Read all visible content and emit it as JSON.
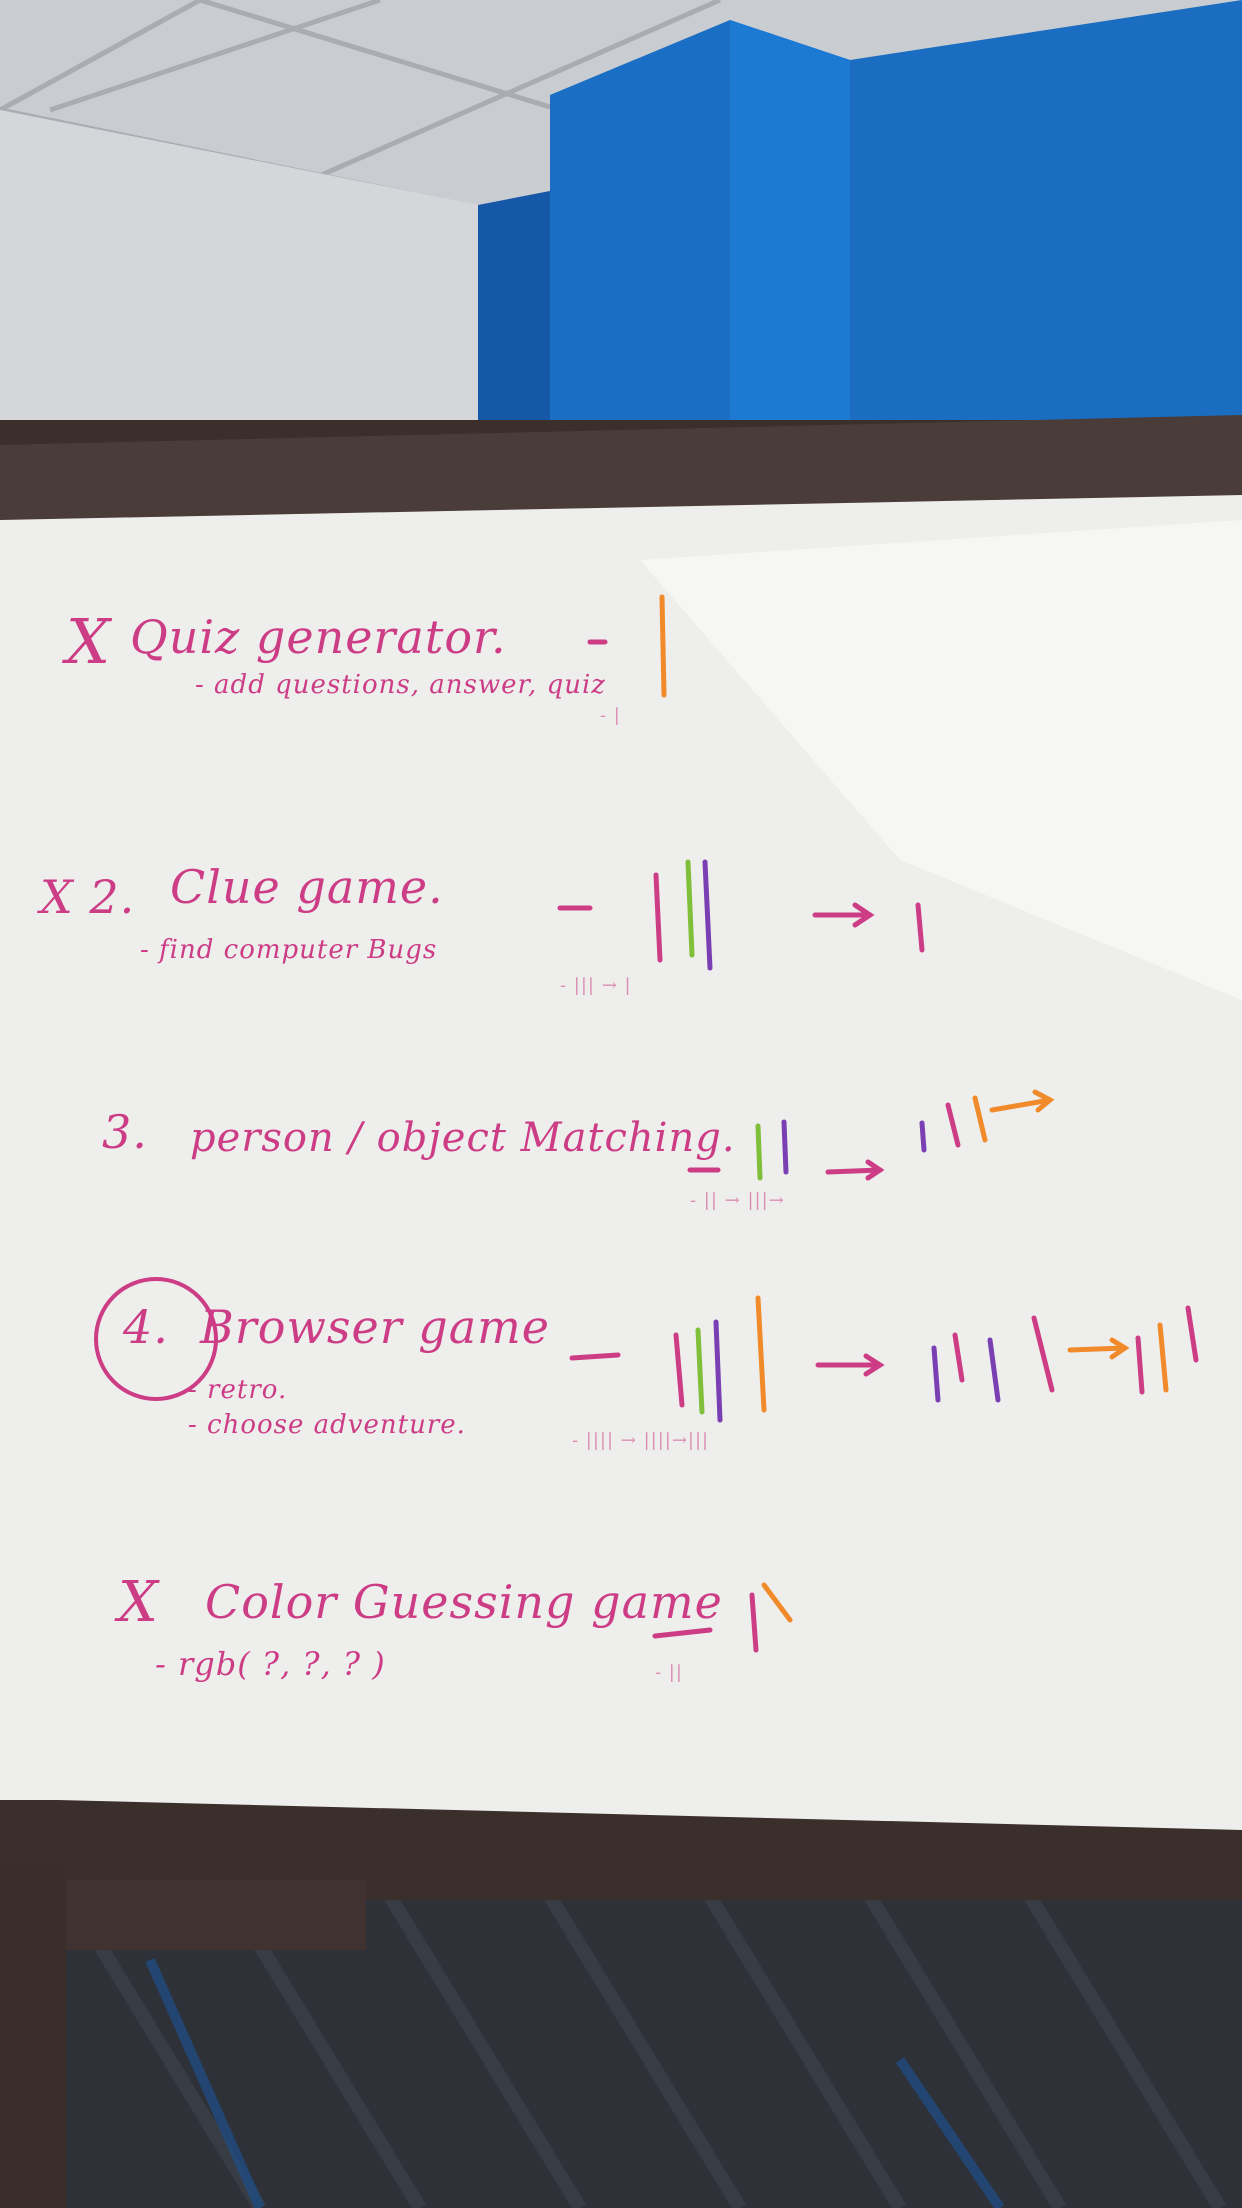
{
  "colors": {
    "ink_pink": "#cc3d86",
    "ink_orange": "#f08a2a",
    "ink_green": "#7fbf3a",
    "ink_purple": "#7a3fb3",
    "wall_blue": "#1a6fc4",
    "frame": "#3b2f2c",
    "board": "#eeeeec"
  },
  "board": {
    "items": [
      {
        "marker": "X",
        "title": "Quiz generator.",
        "sub": [
          "- add questions, answer, quiz"
        ],
        "tally": "- |"
      },
      {
        "marker": "X 2.",
        "title": "Clue game.",
        "sub": [
          "- find computer Bugs"
        ],
        "tally": "- ||| → |"
      },
      {
        "marker": "3.",
        "title": "person / object Matching.",
        "sub": [],
        "tally": "- || → |||→"
      },
      {
        "marker": "4.",
        "title": "Browser game",
        "sub": [
          "- retro.",
          "- choose adventure."
        ],
        "tally": "- |||| → ||||→|||"
      },
      {
        "marker": "X",
        "title": "Color Guessing game",
        "sub": [
          "- rgb( ?, ?, ? )"
        ],
        "tally": "- ||"
      }
    ]
  }
}
